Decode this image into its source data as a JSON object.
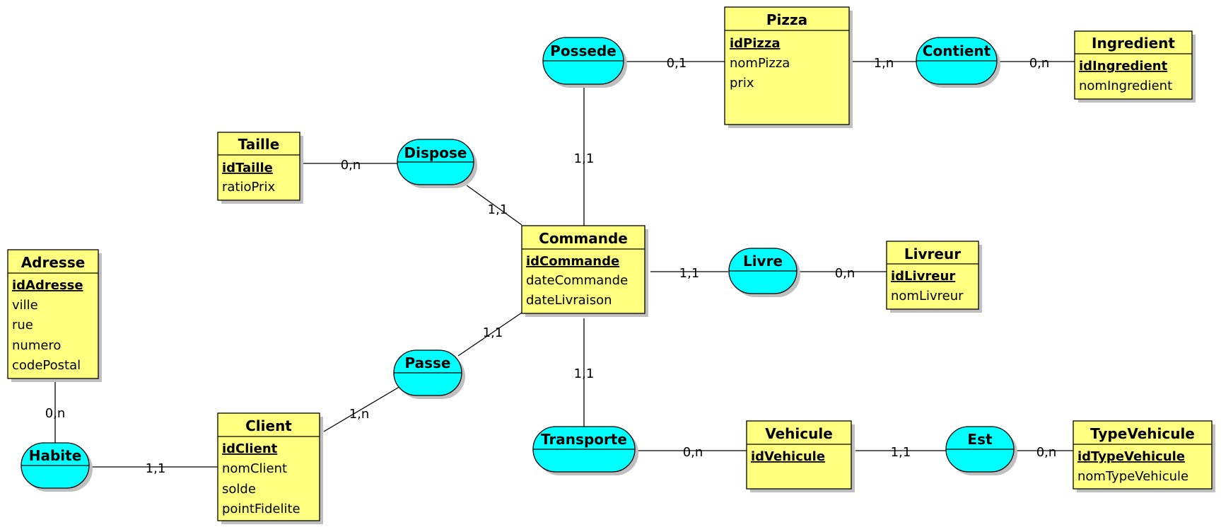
{
  "colors": {
    "entity": "#ffff80",
    "association": "#00ffff",
    "line": "#000000"
  },
  "entities": {
    "pizza": {
      "title": "Pizza",
      "key": "idPizza",
      "attrs": [
        "nomPizza",
        "prix"
      ]
    },
    "ingredient": {
      "title": "Ingredient",
      "key": "idIngredient",
      "attrs": [
        "nomIngredient"
      ]
    },
    "taille": {
      "title": "Taille",
      "key": "idTaille",
      "attrs": [
        "ratioPrix"
      ]
    },
    "commande": {
      "title": "Commande",
      "key": "idCommande",
      "attrs": [
        "dateCommande",
        "dateLivraison"
      ]
    },
    "livreur": {
      "title": "Livreur",
      "key": "idLivreur",
      "attrs": [
        "nomLivreur"
      ]
    },
    "adresse": {
      "title": "Adresse",
      "key": "idAdresse",
      "attrs": [
        "ville",
        "rue",
        "numero",
        "codePostal"
      ]
    },
    "client": {
      "title": "Client",
      "key": "idClient",
      "attrs": [
        "nomClient",
        "solde",
        "pointFidelite"
      ]
    },
    "vehicule": {
      "title": "Vehicule",
      "key": "idVehicule",
      "attrs": []
    },
    "typevehicule": {
      "title": "TypeVehicule",
      "key": "idTypeVehicule",
      "attrs": [
        "nomTypeVehicule"
      ]
    }
  },
  "associations": {
    "possede": "Possede",
    "contient": "Contient",
    "dispose": "Dispose",
    "livre": "Livre",
    "passe": "Passe",
    "habite": "Habite",
    "transporte": "Transporte",
    "est": "Est"
  },
  "cardinalities": {
    "possede_pizza": "0,1",
    "possede_commande": "1,1",
    "contient_pizza": "1,n",
    "contient_ingredient": "0,n",
    "dispose_taille": "0,n",
    "dispose_commande": "1,1",
    "livre_commande": "1,1",
    "livre_livreur": "0,n",
    "passe_commande": "1,1",
    "passe_client": "1,n",
    "transporte_commande": "1,1",
    "transporte_vehicule": "0,n",
    "est_vehicule": "1,1",
    "est_typevehicule": "0,n",
    "habite_adresse": "0,n",
    "habite_client": "1,1"
  }
}
